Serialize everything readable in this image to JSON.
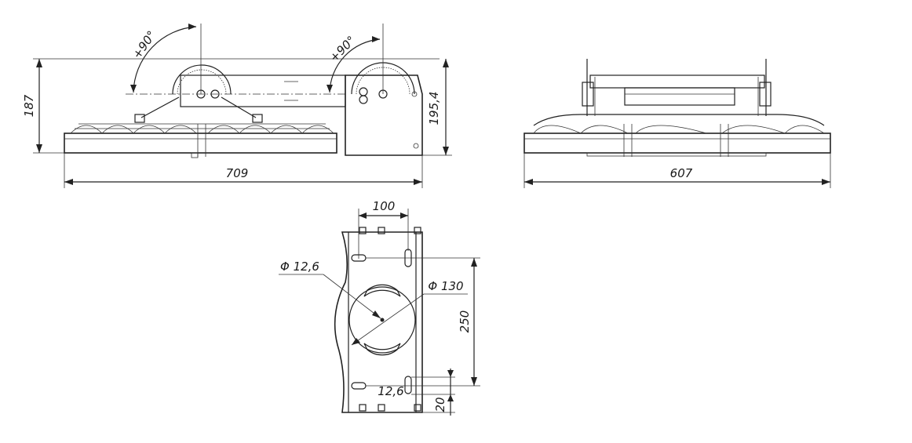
{
  "side_view": {
    "height_label": "187",
    "bracket_height_label": "195,4",
    "length_label": "709",
    "angle_left_label": "+90°",
    "angle_right_label": "+90°"
  },
  "front_view": {
    "width_label": "607"
  },
  "bracket_view": {
    "top_spacing_label": "100",
    "hole_label": "Φ 12,6",
    "circle_label": "Φ 130",
    "vertical_spacing_label": "250",
    "slot_width_label": "12,6",
    "edge_offset_label": "20"
  }
}
